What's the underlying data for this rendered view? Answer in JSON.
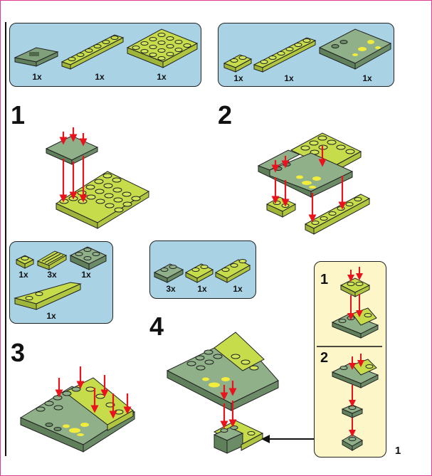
{
  "colors": {
    "lime": "#c6dc4a",
    "dark_green": "#7fa07a",
    "part_box": "#a9d3e5",
    "callout_box": "#fdf6c8",
    "arrow": "#e8131c",
    "spot": "#f2ec3c",
    "border": "#e23a8e"
  },
  "part_boxes": [
    {
      "parts": [
        {
          "icon": "dark-green-tile-2x2",
          "count": "1x"
        },
        {
          "icon": "lime-plate-1x6",
          "count": "1x"
        },
        {
          "icon": "lime-plate-4x4",
          "count": "1x"
        }
      ]
    },
    {
      "parts": [
        {
          "icon": "lime-plate-1x2",
          "count": "1x"
        },
        {
          "icon": "lime-plate-1x6",
          "count": "1x"
        },
        {
          "icon": "dark-green-spotted-tile-4x4",
          "count": "1x"
        }
      ]
    },
    {
      "parts": [
        {
          "icon": "lime-plate-1x1",
          "count": "1x"
        },
        {
          "icon": "lime-tile-1x2-grille",
          "count": "3x"
        },
        {
          "icon": "dark-green-plate-2x2",
          "count": "1x"
        },
        {
          "icon": "lime-wedge-plate",
          "count": "1x"
        }
      ]
    },
    {
      "parts": [
        {
          "icon": "dark-green-plate-1x2",
          "count": "3x"
        },
        {
          "icon": "lime-plate-1x2",
          "count": "1x"
        },
        {
          "icon": "lime-plate-1x3",
          "count": "1x"
        }
      ]
    }
  ],
  "steps": [
    {
      "number": "1"
    },
    {
      "number": "2"
    },
    {
      "number": "3"
    },
    {
      "number": "4"
    }
  ],
  "callout": {
    "substeps": [
      "1",
      "2"
    ]
  },
  "page_number": "1"
}
